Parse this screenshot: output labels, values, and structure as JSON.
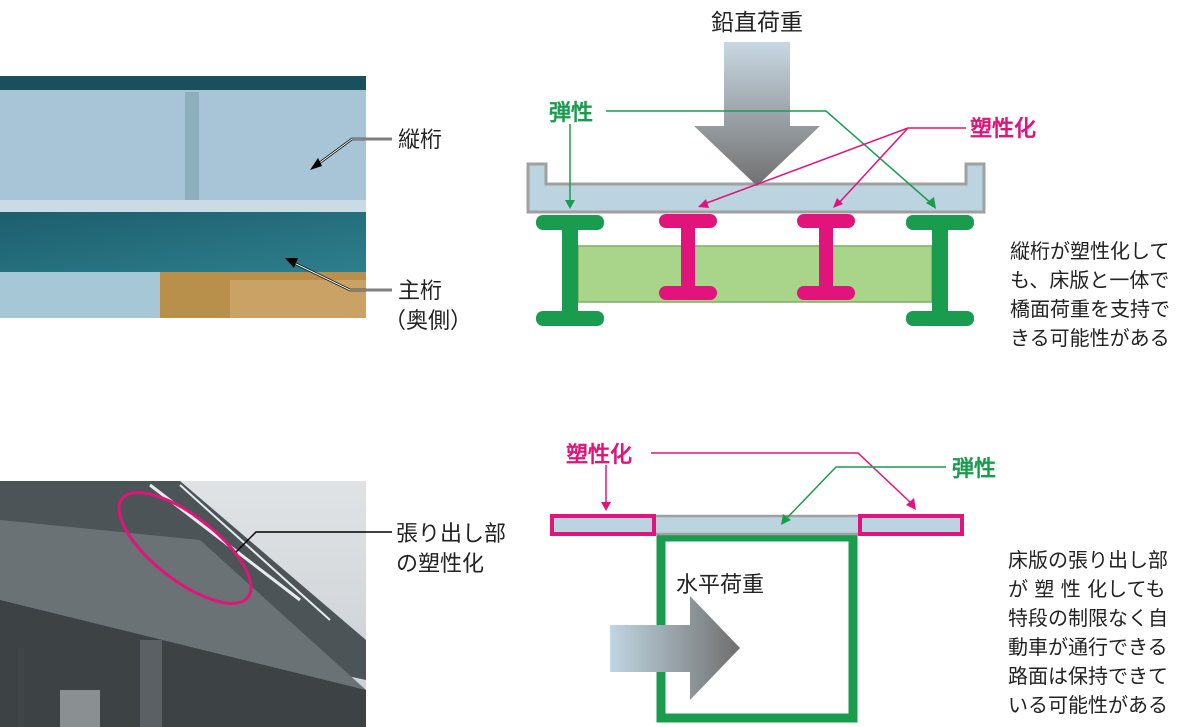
{
  "colors": {
    "elastic": "#1a9c4e",
    "plastic": "#e0147a",
    "deck": "#bcd3e0",
    "deck_edge": "#a0a0a0",
    "concrete": "#a8d58a",
    "text": "#222222",
    "leader": "#333333"
  },
  "top": {
    "photo_labels": {
      "stringer": "縦桁",
      "main_girder_1": "主桁",
      "main_girder_2": "（奥側）"
    },
    "load_label": "鉛直荷重",
    "elastic_label": "弾性",
    "plastic_label": "塑性化",
    "note_lines": [
      "縦桁が塑性化して",
      "も、床版と一体で",
      "橋面荷重を支持で",
      "きる可能性がある"
    ]
  },
  "bottom": {
    "photo_labels": {
      "overhang_1": "張り出し部",
      "overhang_2": "の塑性化"
    },
    "plastic_label": "塑性化",
    "elastic_label": "弾性",
    "load_label": "水平荷重",
    "note_lines": [
      "床版の張り出し部",
      "が 塑 性 化してもﾠ",
      "特段の制限なく自",
      "動車が通行できる",
      "路面は保持できて",
      "いる可能性がある"
    ]
  }
}
